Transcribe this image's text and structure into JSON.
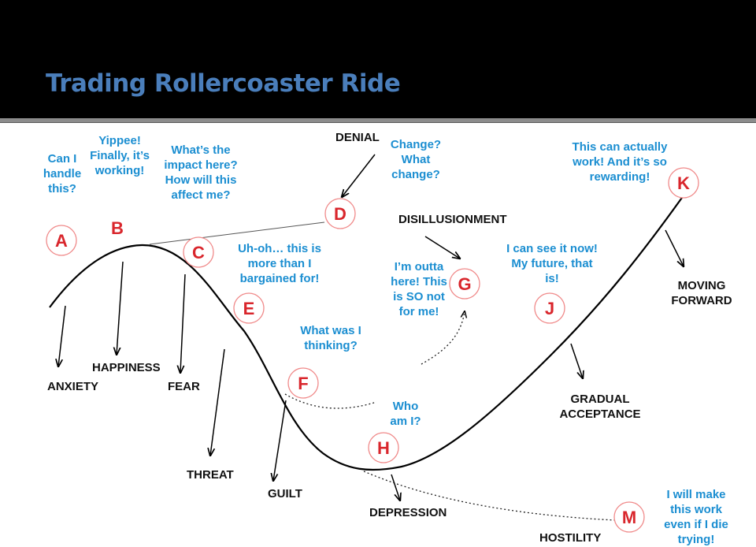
{
  "title": "Trading Rollercoaster Ride",
  "colors": {
    "header_bg": "#000000",
    "title": "#4a7ebb",
    "quote_text": "#1b8ed1",
    "marker_letter": "#d9262c",
    "marker_ring": "#f08a8a",
    "curve": "#000000"
  },
  "markers": [
    "A",
    "B",
    "C",
    "D",
    "E",
    "F",
    "G",
    "H",
    "J",
    "K",
    "M"
  ],
  "quotes": {
    "A": "Can I handle this?",
    "B": "Yippee! Finally, it’s working!",
    "C": "What’s the impact here?  How will this affect me?",
    "D": "Change? What change?",
    "E": "Uh-oh… this is more than I bargained for!",
    "F": "What was I thinking?",
    "G": "I’m outta here! This is SO not for me!",
    "H": "Who am I?",
    "J": "I can see it now!  My future, that is!",
    "K": "This can actually work! And it’s so rewarding!",
    "M": "I will make this work even if I die trying!"
  },
  "emotions": {
    "anxiety": "ANXIETY",
    "happiness": "HAPPINESS",
    "fear": "FEAR",
    "threat": "THREAT",
    "guilt": "GUILT",
    "denial": "DENIAL",
    "disillusionment": "DISILLUSIONMENT",
    "depression": "DEPRESSION",
    "hostility": "HOSTILITY",
    "gradual_acceptance": "GRADUAL ACCEPTANCE",
    "moving_forward": "MOVING FORWARD"
  }
}
